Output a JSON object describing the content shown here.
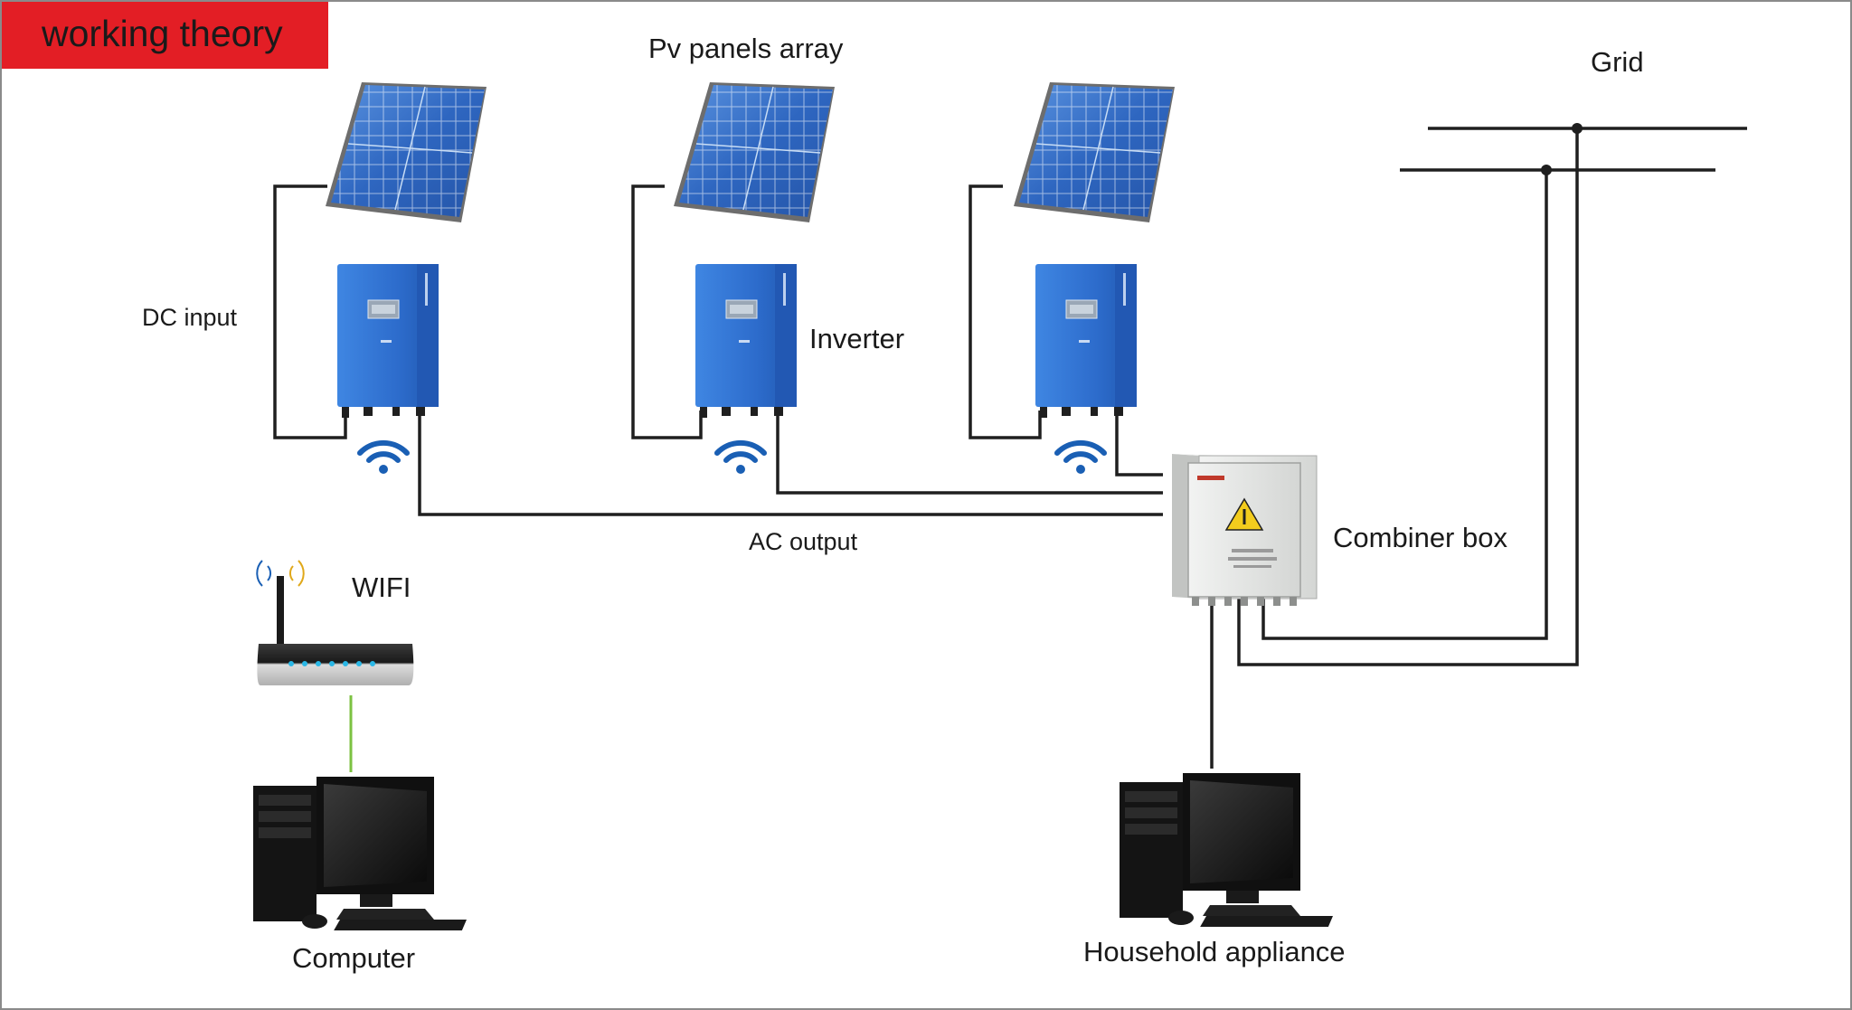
{
  "title": "working theory",
  "labels": {
    "pv_panels_array": "Pv panels array",
    "grid": "Grid",
    "dc_input": "DC input",
    "inverter": "Inverter",
    "ac_output": "AC output",
    "combiner_box": "Combiner box",
    "wifi": "WIFI",
    "computer": "Computer",
    "household_appliance": "Household appliance"
  },
  "colors": {
    "banner": "#e31e25",
    "panel_blue": "#2f6fc4",
    "inverter_blue": "#2f72cf",
    "wire": "#1f1f1f",
    "wifi_icon": "#1a5fb4",
    "router_link": "#7cc242"
  },
  "icons": [
    "solar-panel-icon",
    "inverter-icon",
    "wifi-signal-icon",
    "combiner-box-icon",
    "router-icon",
    "desktop-computer-icon"
  ]
}
